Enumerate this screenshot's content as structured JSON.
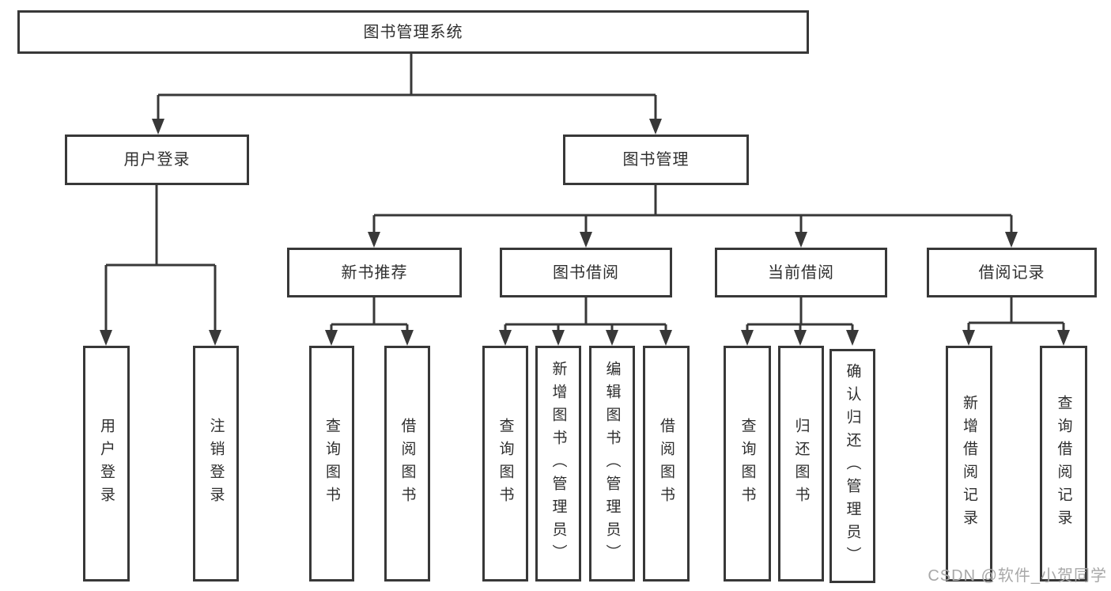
{
  "diagram_title": "图书管理系统",
  "nodes": {
    "root": {
      "label": "图书管理系统"
    },
    "level2": {
      "user_login": {
        "label": "用户登录"
      },
      "book_management": {
        "label": "图书管理"
      }
    },
    "level3": {
      "new_book_recommend": {
        "label": "新书推荐"
      },
      "book_borrowing": {
        "label": "图书借阅"
      },
      "current_borrowing": {
        "label": "当前借阅"
      },
      "borrowing_records": {
        "label": "借阅记录"
      }
    },
    "leaves": {
      "user_login": {
        "label": "用户登录"
      },
      "logout": {
        "label": "注销登录"
      },
      "recommend_query_books": {
        "label": "查询图书"
      },
      "recommend_borrow_books": {
        "label": "借阅图书"
      },
      "borrowing_query_books": {
        "label": "查询图书"
      },
      "borrowing_add_books_admin": {
        "label": "新增图书（管理员）"
      },
      "borrowing_edit_books_admin": {
        "label": "编辑图书（管理员）"
      },
      "borrowing_borrow_books": {
        "label": "借阅图书"
      },
      "current_query_books": {
        "label": "查询图书"
      },
      "current_return_books": {
        "label": "归还图书"
      },
      "current_confirm_return_admin": {
        "label": "确认归还（管理员）"
      },
      "records_add_record": {
        "label": "新增借阅记录"
      },
      "records_query_record": {
        "label": "查询借阅记录"
      }
    }
  },
  "watermark": {
    "text": "CSDN @软件_小贺同学"
  },
  "colors": {
    "line": "#383838",
    "box_border": "#383838",
    "box_fill": "#ffffff",
    "text": "#2f2f2f",
    "background": "#ffffff",
    "watermark": "#a8a8a8"
  }
}
